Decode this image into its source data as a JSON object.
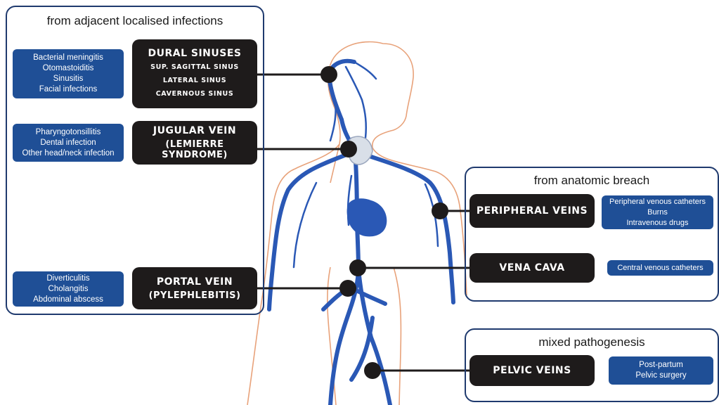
{
  "groups": {
    "adjacent": {
      "title": "from adjacent localised infections"
    },
    "breach": {
      "title": "from anatomic breach"
    },
    "mixed": {
      "title": "mixed pathogenesis"
    }
  },
  "vessels": {
    "dural": {
      "title": "DURAL SINUSES",
      "items": [
        "SUP. SAGITTAL SINUS",
        "LATERAL SINUS",
        "CAVERNOUS SINUS"
      ]
    },
    "jugular": {
      "title": "JUGULAR VEIN",
      "subtitle": "(LEMIERRE SYNDROME)"
    },
    "portal": {
      "title": "PORTAL VEIN",
      "subtitle": "(PYLEPHLEBITIS)"
    },
    "peripheral": {
      "title": "PERIPHERAL VEINS"
    },
    "vena_cava": {
      "title": "VENA CAVA"
    },
    "pelvic": {
      "title": "PELVIC VEINS"
    }
  },
  "causes": {
    "dural": [
      "Bacterial meningitis",
      "Otomastoiditis",
      "Sinusitis",
      "Facial infections"
    ],
    "jugular": [
      "Pharyngotonsillitis",
      "Dental infection",
      "Other head/neck infection"
    ],
    "portal": [
      "Diverticulitis",
      "Cholangitis",
      "Abdominal abscess"
    ],
    "peripheral": [
      "Peripheral venous catheters",
      "Burns",
      "Intravenous drugs"
    ],
    "vena_cava": [
      "Central venous catheters"
    ],
    "pelvic": [
      "Post-partum",
      "Pelvic surgery"
    ]
  },
  "colors": {
    "vein_blue": "#2a58b5",
    "box_blue": "#1f4f96",
    "box_dark": "#1e1b1b",
    "outline_orange": "#e8a27a",
    "frame_navy": "#1f3a6e"
  }
}
